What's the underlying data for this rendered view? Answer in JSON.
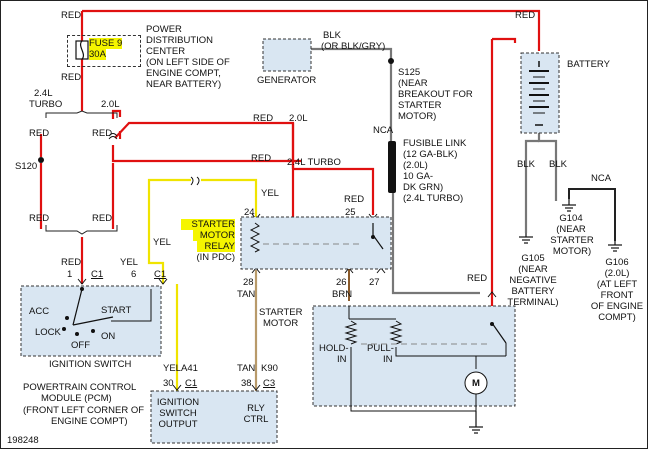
{
  "fuse": {
    "name": "FUSE 9",
    "rating": "30A"
  },
  "pdc": {
    "line1": "POWER",
    "line2": "DISTRIBUTION",
    "line3": "CENTER",
    "line4": "(ON LEFT SIDE OF",
    "line5": "ENGINE COMPT,",
    "line6": "NEAR BATTERY)"
  },
  "generator": {
    "label": "GENERATOR"
  },
  "battery": {
    "label": "BATTERY"
  },
  "s125": {
    "line1": "S125",
    "line2": "(NEAR",
    "line3": "BREAKOUT FOR",
    "line4": "STARTER",
    "line5": "MOTOR)"
  },
  "fusible_link": {
    "line1": "FUSIBLE LINK",
    "line2": "(12 GA-BLK)",
    "line3": "(2.0L)",
    "line4": "10 GA-",
    "line5": "DK GRN)",
    "line6": "(2.4L TURBO)"
  },
  "splice_s120": "S120",
  "connector_nca": "NCA",
  "connector_nca2": "NCA",
  "engine_24l_turbo": "2.4L",
  "engine_turbo": "TURBO",
  "engine_20l": "2.0L",
  "wire_labels": {
    "red": "RED",
    "yel": "YEL",
    "tan": "TAN",
    "brn": "BRN",
    "blk": "BLK",
    "blk_or_gry": "BLK",
    "blk_or_gry2": "(OR BLK/GRY)",
    "l20": "2.0L",
    "l24turbo": "2.4L TURBO"
  },
  "starter_relay": {
    "line1": "STARTER",
    "line2": "MOTOR",
    "line3": "RELAY",
    "line4": "(IN PDC)",
    "pin24": "24",
    "pin25": "25",
    "pin28": "28",
    "pin26": "26",
    "pin27": "27"
  },
  "ignition_switch": {
    "label": "IGNITION SWITCH",
    "acc": "ACC",
    "lock": "LOCK",
    "off": "OFF",
    "on": "ON",
    "start": "START",
    "pin1": "1",
    "pin6": "6",
    "c1a": "C1",
    "c1b": "C1"
  },
  "starter_motor": {
    "label1": "STARTER",
    "label2": "MOTOR",
    "hold1": "HOLD-",
    "hold2": "IN",
    "pull1": "PULL-",
    "pull2": "IN",
    "motor": "M"
  },
  "pcm": {
    "line1": "POWERTRAIN CONTROL",
    "line2": "MODULE (PCM)",
    "line3": "(FRONT LEFT CORNER OF",
    "line4": "ENGINE COMPT)",
    "ign1": "IGNITION",
    "ign2": "SWITCH",
    "ign3": "OUTPUT",
    "rly1": "RLY",
    "rly2": "CTRL",
    "pin30": "30",
    "c1": "C1",
    "a41": "A41",
    "pin38": "38",
    "c3": "C3",
    "k90": "K90"
  },
  "g104": {
    "line1": "G104",
    "line2": "(NEAR",
    "line3": "STARTER",
    "line4": "MOTOR)"
  },
  "g105": {
    "line1": "G105",
    "line2": "(NEAR",
    "line3": "NEGATIVE",
    "line4": "BATTERY",
    "line5": "TERMINAL)"
  },
  "g106": {
    "line1": "G106",
    "line2": "(2.0L)",
    "line3": "(AT LEFT",
    "line4": "FRONT",
    "line5": "OF ENGINE",
    "line6": "COMPT)"
  },
  "figure_id": "198248",
  "colors": {
    "red_wire": "#e01010",
    "yellow_wire": "#f0e400",
    "tan_wire": "#b89a6a",
    "gray_wire": "#888888",
    "black_wire": "#222222",
    "component_fill": "#d9e6f2",
    "highlight": "#f5f500"
  }
}
